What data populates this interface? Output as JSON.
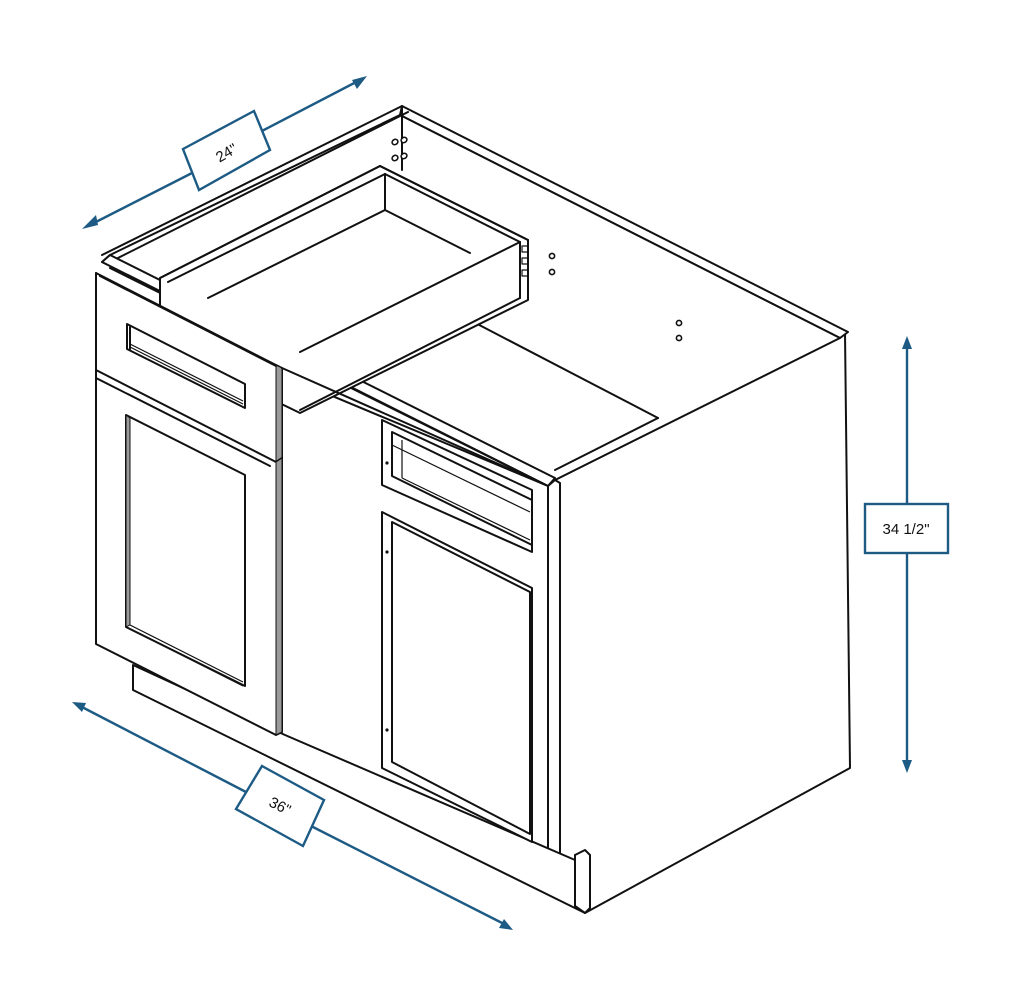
{
  "diagram": {
    "subject": "Blind corner base cabinet with drawer and door",
    "colors": {
      "line": "#111111",
      "dimension": "#1d5b85",
      "background": "#ffffff"
    },
    "dimensions": {
      "depth": {
        "label": "24\"",
        "axis": "depth"
      },
      "width": {
        "label": "36\"",
        "axis": "width"
      },
      "height": {
        "label": "34 1/2\"",
        "axis": "height"
      }
    },
    "components": [
      "cabinet-box",
      "pull-out-drawer-box",
      "drawer-front",
      "left-door",
      "blind-panel",
      "right-door",
      "toe-kick",
      "shelf-pin-holes"
    ]
  }
}
